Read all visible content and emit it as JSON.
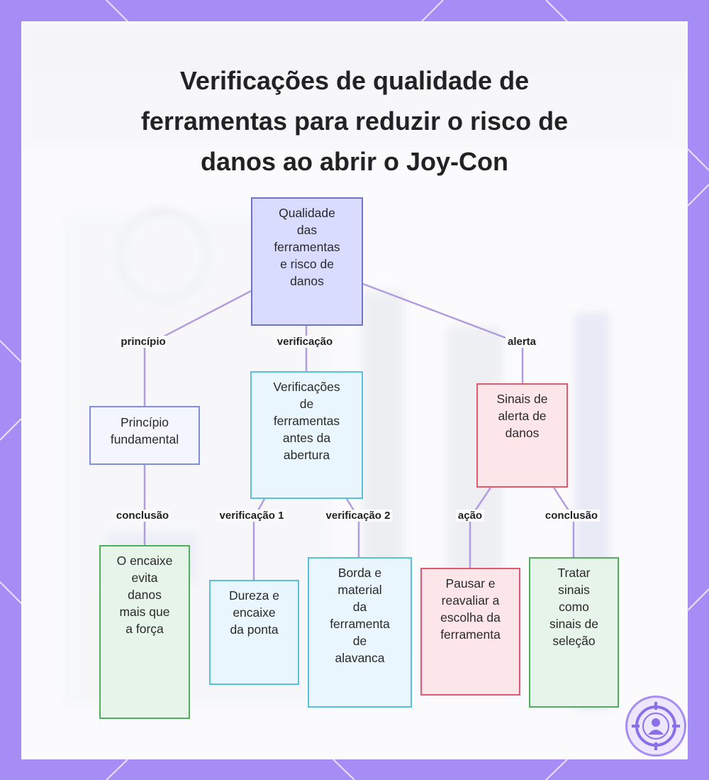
{
  "title": {
    "line1": "Verificações de qualidade de",
    "line2": "ferramentas para reduzir o risco de",
    "line3": "danos ao abrir o Joy-Con"
  },
  "nodes": {
    "root": [
      "Qualidade",
      "das",
      "ferramentas",
      "e risco de",
      "danos"
    ],
    "principle": [
      "Princípio",
      "fundamental"
    ],
    "checks": [
      "Verificações",
      "de",
      "ferramentas",
      "antes da",
      "abertura"
    ],
    "warning": [
      "Sinais de",
      "alerta de",
      "danos"
    ],
    "fit": [
      "O encaixe",
      "evita",
      "danos",
      "mais que",
      "a força"
    ],
    "hardness": [
      "Dureza e",
      "encaixe",
      "da ponta"
    ],
    "edge": [
      "Borda e",
      "material",
      "da",
      "ferramenta",
      "de",
      "alavanca"
    ],
    "pause": [
      "Pausar e",
      "reavaliar a",
      "escolha da",
      "ferramenta"
    ],
    "treat": [
      "Tratar",
      "sinais",
      "como",
      "sinais de",
      "seleção"
    ]
  },
  "edges": {
    "root_principle": "princípio",
    "root_checks": "verificação",
    "root_warning": "alerta",
    "principle_fit": "conclusão",
    "checks_hardness": "verificação 1",
    "checks_edge": "verificação 2",
    "warning_pause": "ação",
    "warning_treat": "conclusão"
  },
  "colors": {
    "frame": "#a68cf5",
    "root": "#d9dbff",
    "principle": "#f3f6ff",
    "checks": "#eaf6fd",
    "warning": "#fde6ea",
    "conclusion": "#e7f4e9",
    "connector": "#b29ce0"
  },
  "icons": {
    "logo": "target-person-icon"
  }
}
